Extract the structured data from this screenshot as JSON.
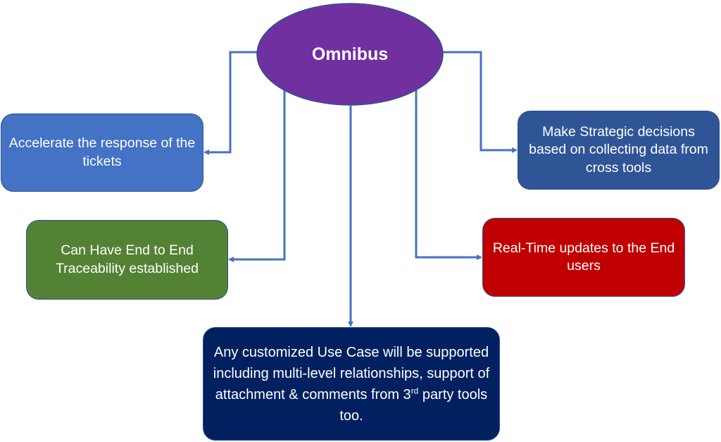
{
  "diagram": {
    "hub": {
      "label": "Omnibus",
      "color": "#7030A0"
    },
    "connector_color": "#4472C4",
    "nodes": [
      {
        "id": "accelerate",
        "text": "Accelerate the response of the tickets",
        "color": "#4472C4"
      },
      {
        "id": "strategic",
        "text": "Make Strategic decisions based on collecting data from cross tools",
        "color": "#2F5597"
      },
      {
        "id": "traceability",
        "text": "Can Have End to End Traceability established",
        "color": "#548235"
      },
      {
        "id": "realtime",
        "text": "Real-Time updates to the End users",
        "color": "#C00000"
      },
      {
        "id": "usecase",
        "text_before": "Any customized Use Case will be supported including multi-level relationships, support of attachment & comments from 3",
        "superscript": "rd",
        "text_after": " party tools too.",
        "color": "#002060"
      }
    ]
  }
}
